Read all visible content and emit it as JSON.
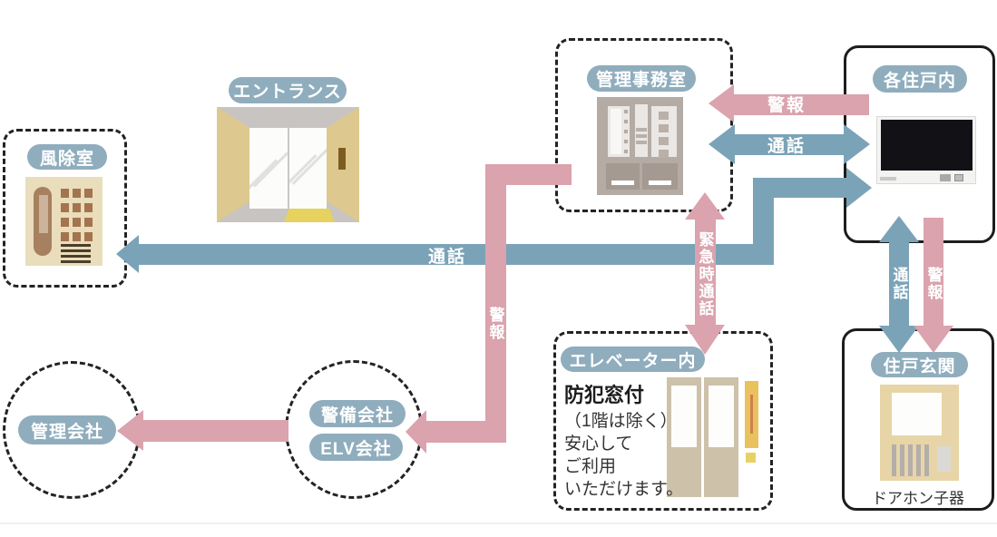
{
  "colors": {
    "arrow_blue": "#7BA3B8",
    "arrow_pink": "#DAA3AD",
    "label_pill_blue": "#8FADBD",
    "outline_black": "#232323",
    "wall_khaki": "#DDC98F",
    "panel_beige": "#E9DDBB",
    "elevator_door_greige": "#CDC1AA",
    "doorphone_tan": "#E7D5A7"
  },
  "nodes": {
    "windbreak": {
      "label": "風除室"
    },
    "entrance": {
      "label": "エントランス"
    },
    "office": {
      "label": "管理事務室"
    },
    "unit": {
      "label": "各住戸内"
    },
    "elevator": {
      "label": "エレベーター内",
      "note_title": "防犯窓付",
      "note_lines": [
        "（1階は除く）",
        "安心して",
        "ご利用",
        "いただけます。"
      ]
    },
    "door": {
      "label": "住戸玄関",
      "caption": "ドアホン子器"
    },
    "management_company": {
      "label": "管理会社"
    },
    "security_company": {
      "label1": "警備会社",
      "label2": "ELV会社"
    }
  },
  "arrows": {
    "alarm_unit_to_office": {
      "label": "警報"
    },
    "call_office_unit": {
      "label": "通話"
    },
    "call_unit_windbreak": {
      "label": "通話"
    },
    "emergency_call_office_elevator": {
      "label": "緊急時通話"
    },
    "alarm_office_to_security": {
      "label": "警報"
    },
    "call_unit_door": {
      "label": "通話"
    },
    "alarm_unit_to_door": {
      "label": "警報"
    }
  }
}
